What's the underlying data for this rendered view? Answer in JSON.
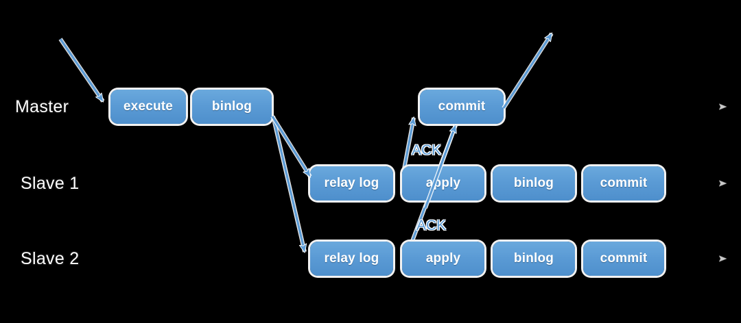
{
  "diagram": {
    "title": "MySQL semi-synchronous replication timeline",
    "background_color": "#000000",
    "node_color": "#5b9bd5",
    "timeline_color": "#a6a6a6",
    "arrow_color": "#5b9bd5",
    "label_color": "#ffffff",
    "ack_color": "#5b9bd5"
  },
  "rows": [
    {
      "id": "master",
      "label": "Master",
      "nodes": [
        {
          "id": "master-execute",
          "label": "execute"
        },
        {
          "id": "master-binlog",
          "label": "binlog"
        },
        {
          "id": "master-commit",
          "label": "commit"
        }
      ]
    },
    {
      "id": "slave1",
      "label": "Slave 1",
      "nodes": [
        {
          "id": "slave1-relay-log",
          "label": "relay log"
        },
        {
          "id": "slave1-apply",
          "label": "apply"
        },
        {
          "id": "slave1-binlog",
          "label": "binlog"
        },
        {
          "id": "slave1-commit",
          "label": "commit"
        }
      ]
    },
    {
      "id": "slave2",
      "label": "Slave 2",
      "nodes": [
        {
          "id": "slave2-relay-log",
          "label": "relay log"
        },
        {
          "id": "slave2-apply",
          "label": "apply"
        },
        {
          "id": "slave2-binlog",
          "label": "binlog"
        },
        {
          "id": "slave2-commit",
          "label": "commit"
        }
      ]
    }
  ],
  "annotations": [
    {
      "id": "ack-slave1",
      "label": "ACK"
    },
    {
      "id": "ack-slave2",
      "label": "ACK"
    }
  ],
  "connections": [
    {
      "id": "client-request-in",
      "from": "client",
      "to": "master-execute"
    },
    {
      "id": "binlog-to-slave1-relay",
      "from": "master-binlog",
      "to": "slave1-relay-log"
    },
    {
      "id": "binlog-to-slave2-relay",
      "from": "master-binlog",
      "to": "slave2-relay-log"
    },
    {
      "id": "slave1-ack-to-master-commit",
      "from": "slave1-apply",
      "to": "master-commit"
    },
    {
      "id": "slave2-ack-to-master-commit",
      "from": "slave2-apply",
      "to": "master-commit"
    },
    {
      "id": "client-response-out",
      "from": "master-commit",
      "to": "client"
    }
  ]
}
